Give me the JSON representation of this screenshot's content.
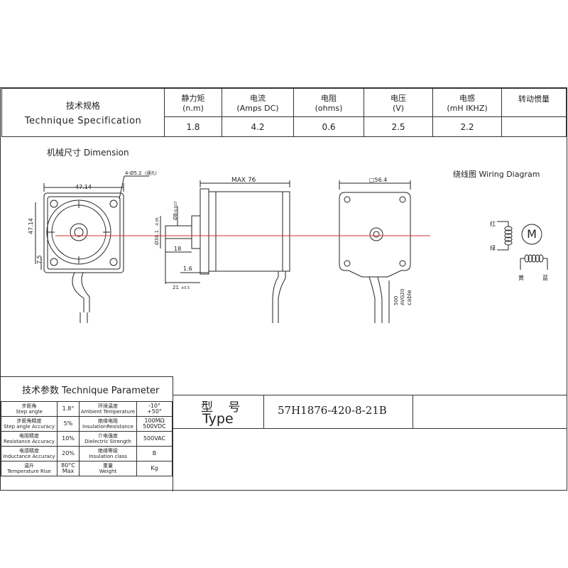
{
  "spec": {
    "title_cn": "技术规格",
    "title_en": "Technique Specification",
    "columns": [
      {
        "cn": "静力矩",
        "unit": "(n.m)",
        "value": "1.8"
      },
      {
        "cn": "电流",
        "unit": "(Amps DC)",
        "value": "4.2"
      },
      {
        "cn": "电阻",
        "unit": "(ohms)",
        "value": "0.6"
      },
      {
        "cn": "电压",
        "unit": "(V)",
        "value": "2.5"
      },
      {
        "cn": "电感",
        "unit": "(mH  IKHZ)",
        "value": "2.2"
      },
      {
        "cn": "转动惯量",
        "unit": "",
        "value": ""
      }
    ]
  },
  "dimension": {
    "title": "机械尺寸 Dimension",
    "front": {
      "width": "47.14",
      "height": "47.14",
      "offset": "7.5",
      "holes": "4-Ø5.2",
      "holes_note": "(通孔)"
    },
    "side": {
      "max_len": "MAX 76",
      "flange_dia": "Ø38.1",
      "flange_tol": "-0.05",
      "shaft_dia": "Ø8",
      "shaft_tol": "-0.013",
      "shaft_len": "18",
      "flange_thk": "1.6",
      "shaft_total": "21",
      "shaft_total_tol": "±0.5"
    },
    "back": {
      "square": "□56.4",
      "cable": "500",
      "cable_spec": "AVG20",
      "cable_word": "cable"
    }
  },
  "wiring": {
    "title": "绕线图 Wiring Diagram",
    "labels": [
      "红",
      "绿",
      "黄",
      "蓝"
    ],
    "motor_symbol": "M"
  },
  "parameters": {
    "title": "技术参数 Technique Parameter",
    "rows": [
      {
        "cn1": "步距角",
        "en1": "Step angle",
        "v1": "1.8°",
        "cn2": "环境温度",
        "en2": "Ambient Temperature",
        "v2": "-10°\n+50°"
      },
      {
        "cn1": "步距角精度",
        "en1": "Step angle Accuracy",
        "v1": "5%",
        "cn2": "绝缘电阻",
        "en2": "InsulationResistance",
        "v2": "100MΩ\n500VDC"
      },
      {
        "cn1": "电阻精度",
        "en1": "Resistance Accuracy",
        "v1": "10%",
        "cn2": "介电强度",
        "en2": "Dielectric Strength",
        "v2": "500VAC"
      },
      {
        "cn1": "电感精度",
        "en1": "Inductance Accuracy",
        "v1": "20%",
        "cn2": "绝缘等级",
        "en2": "Insulation class",
        "v2": "B"
      },
      {
        "cn1": "温升",
        "en1": "Temperature Rise",
        "v1": "80°C\nMax",
        "cn2": "重量",
        "en2": "Weight",
        "v2": "Kg"
      }
    ]
  },
  "type": {
    "label_cn": "型 号",
    "label_en": "Type",
    "value": "57H1876-420-8-21B"
  }
}
